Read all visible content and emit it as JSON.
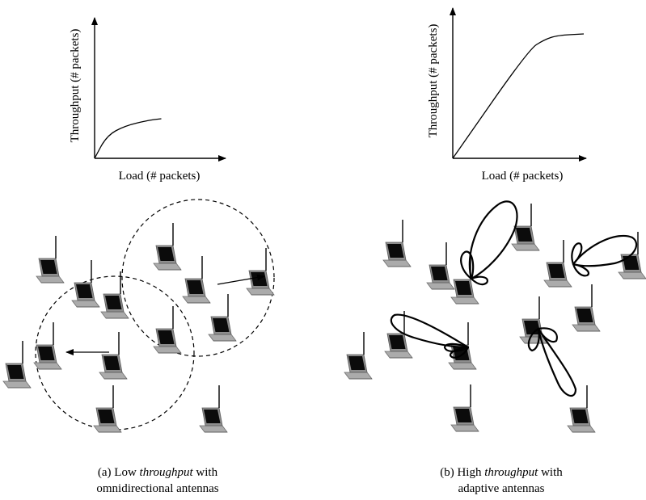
{
  "left_panel": {
    "chart": {
      "x_axis_label": "Load (# packets)",
      "y_axis_label": "Throughput (# packets)"
    },
    "caption": {
      "prefix": "(a) Low ",
      "emphasis": "throughput",
      "suffix": " with",
      "line2": "omnidirectional antennas"
    }
  },
  "right_panel": {
    "chart": {
      "x_axis_label": "Load (# packets)",
      "y_axis_label": "Throughput (# packets)"
    },
    "caption": {
      "prefix": "(b) High ",
      "emphasis": "throughput",
      "suffix": " with",
      "line2": "adaptive antennas"
    }
  },
  "chart_data": [
    {
      "type": "line",
      "title": "",
      "xlabel": "Load (# packets)",
      "ylabel": "Throughput (# packets)",
      "series": [
        {
          "x": [
            0,
            0.1,
            0.25,
            0.45,
            0.55
          ],
          "y": [
            0,
            0.16,
            0.23,
            0.27,
            0.28
          ]
        }
      ]
    },
    {
      "type": "line",
      "title": "",
      "xlabel": "Load (# packets)",
      "ylabel": "Throughput (# packets)",
      "series": [
        {
          "x": [
            0,
            0.58,
            0.7,
            0.8,
            1.0
          ],
          "y": [
            0,
            0.77,
            0.84,
            0.87,
            0.88
          ]
        }
      ]
    }
  ],
  "colors": {
    "line": "#000000",
    "screen": "#0a0a0a",
    "laptop_body": "#a9a9a9",
    "laptop_edge": "#7f7f7f"
  }
}
